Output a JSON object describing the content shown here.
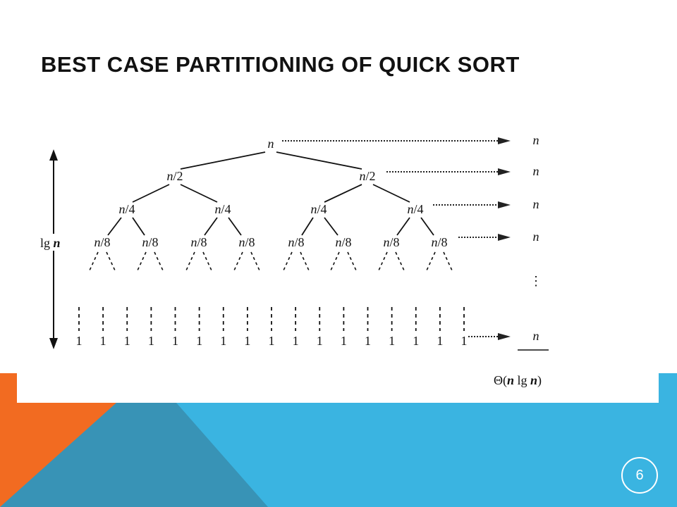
{
  "slide": {
    "title": "Best Case Partitioning of Quick Sort",
    "page_number": "6"
  },
  "diagram": {
    "levels": [
      [
        "n"
      ],
      [
        "n/2",
        "n/2"
      ],
      [
        "n/4",
        "n/4",
        "n/4",
        "n/4"
      ],
      [
        "n/8",
        "n/8",
        "n/8",
        "n/8",
        "n/8",
        "n/8",
        "n/8",
        "n/8"
      ]
    ],
    "leaf_label": "1",
    "leaf_count": 17,
    "height_label": "lg n",
    "row_costs": [
      "n",
      "n",
      "n",
      "n",
      "⋮",
      "n"
    ],
    "total": "Θ(n lg n)"
  },
  "colors": {
    "orange": "#f26b21",
    "blue": "#3ab4e1",
    "blue_dark": "#3893b6",
    "panel": "#ffffff",
    "ink": "#111111"
  }
}
